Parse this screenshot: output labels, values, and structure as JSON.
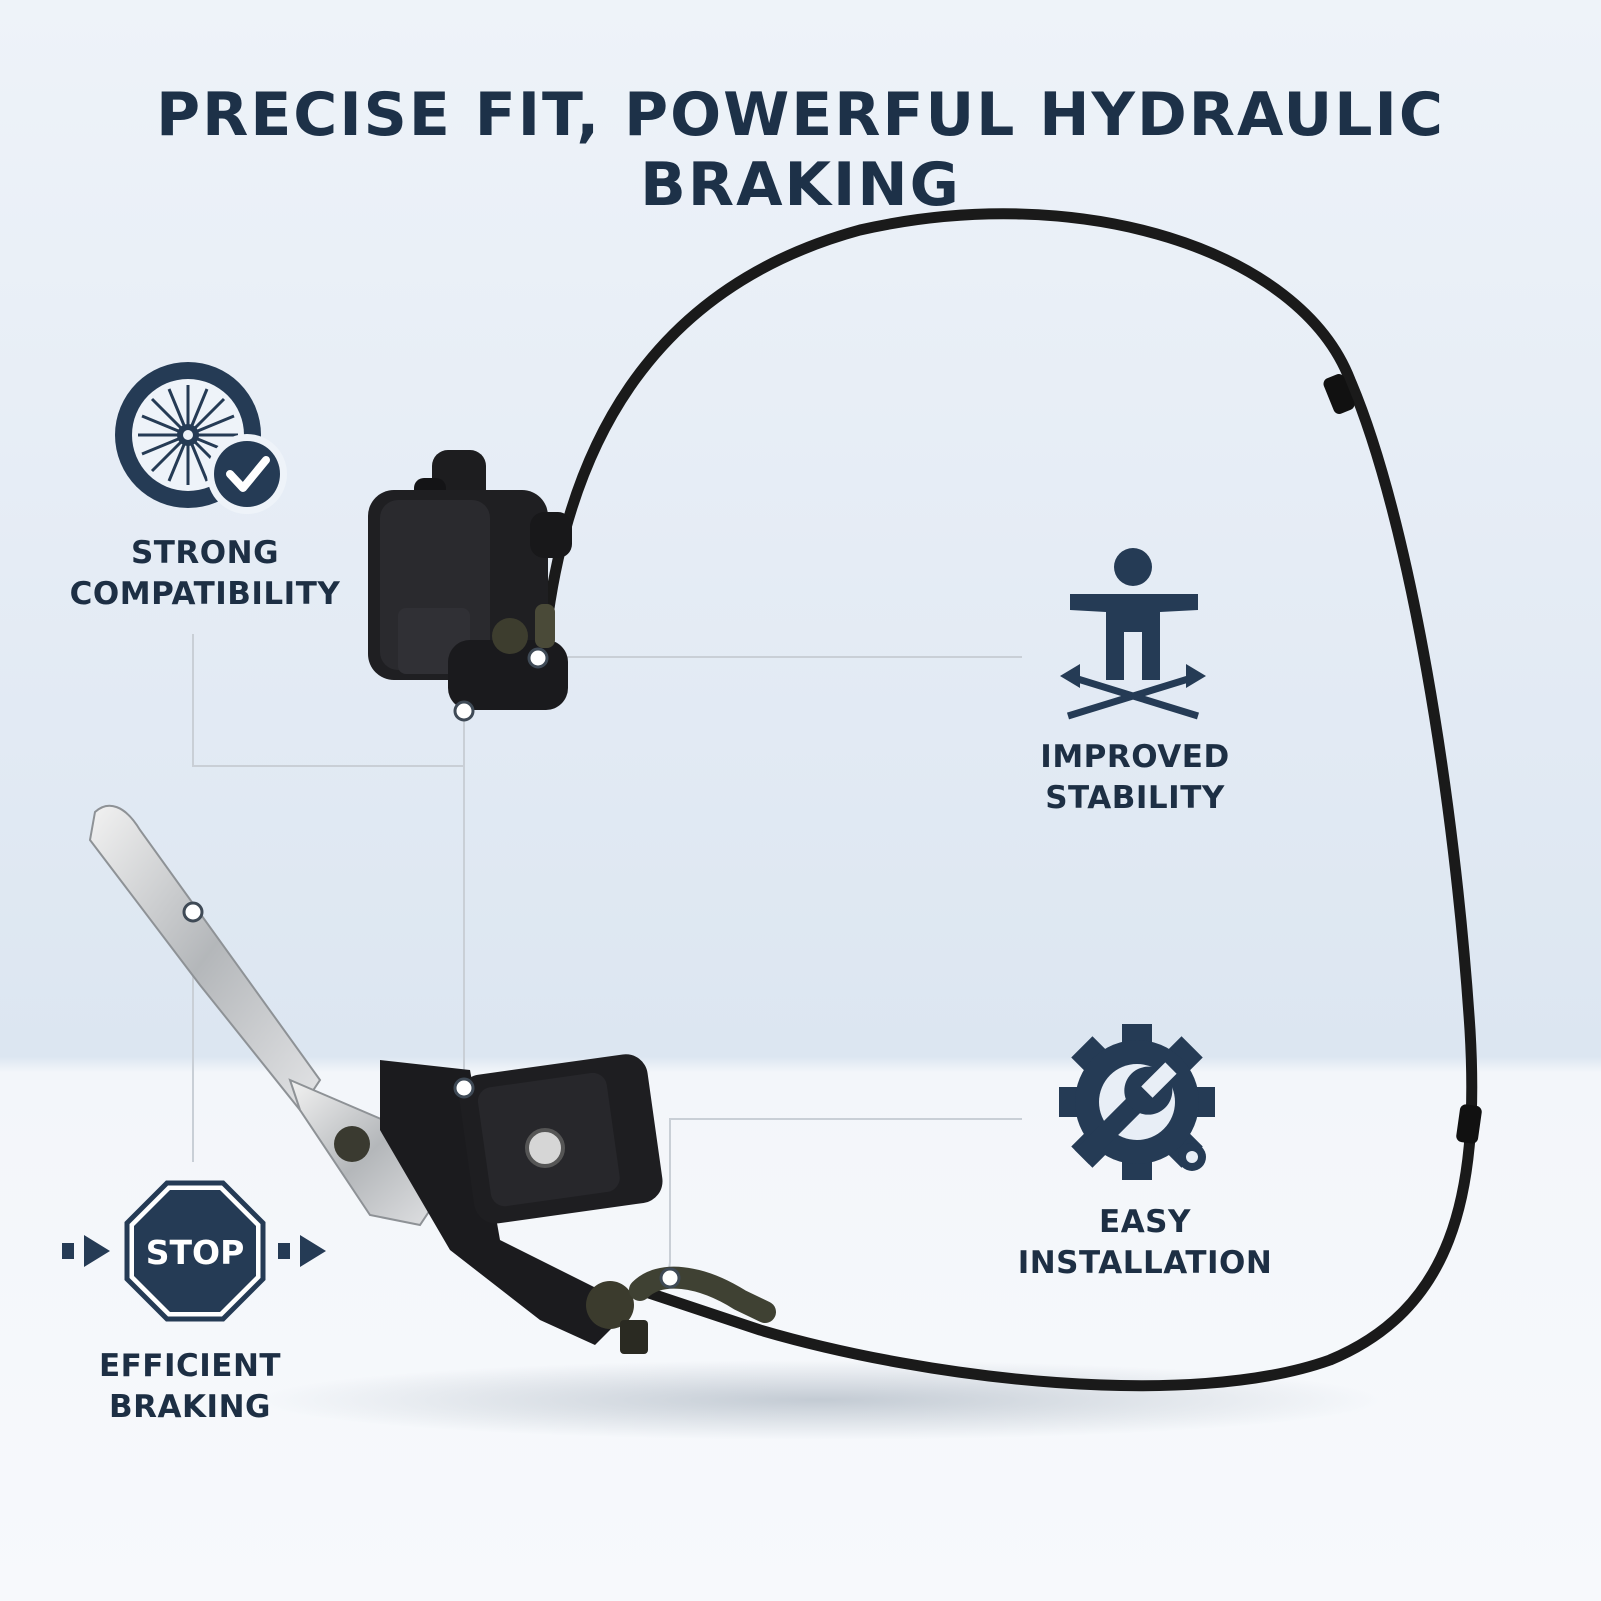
{
  "headline": "PRECISE FIT, POWERFUL HYDRAULIC BRAKING",
  "features": [
    {
      "line1": "STRONG",
      "line2": "COMPATIBILITY",
      "icon": "wheel-check-icon"
    },
    {
      "line1": "IMPROVED",
      "line2": "STABILITY",
      "icon": "balance-person-icon"
    },
    {
      "line1": "EASY",
      "line2": "INSTALLATION",
      "icon": "gear-wrench-icon"
    },
    {
      "line1": "EFFICIENT",
      "line2": "BRAKING",
      "icon": "stop-sign-icon"
    }
  ],
  "stop_sign_text": "STOP",
  "colors": {
    "navy": "#253b55",
    "text": "#1d2f44",
    "line": "#c9cfd6"
  }
}
